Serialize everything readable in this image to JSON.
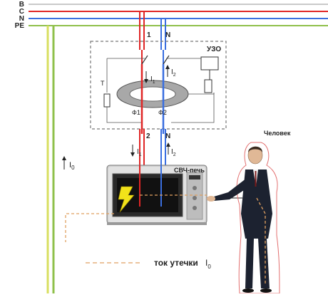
{
  "buses": [
    {
      "label": "B",
      "color": "#c9c9c9"
    },
    {
      "label": "C",
      "color": "#e02626"
    },
    {
      "label": "N",
      "color": "#3a6fe0"
    },
    {
      "label": "PE",
      "color": "#8fc04a"
    }
  ],
  "wire_labels": {
    "phase_top": "1",
    "neutral_top": "N",
    "phase_bottom": "2",
    "neutral_bottom": "N"
  },
  "rcd": {
    "title": "УЗО",
    "test_label": "T",
    "phi1": "Ф1",
    "phi2": "Ф2"
  },
  "currents": {
    "i1_main": "I",
    "i1_main_sub": "1",
    "i2_main": "I",
    "i2_main_sub": "2",
    "i1_low": "I",
    "i1_low_sub": "1",
    "i2_low": "I",
    "i2_low_sub": "2",
    "i0": "I",
    "i0_sub": "0"
  },
  "appliance_label": "СВЧ-печь",
  "person_label": "Человек",
  "legend": {
    "text": "ток утечки",
    "symbol": "I",
    "sub": "0"
  },
  "colors": {
    "phase": "#e02626",
    "neutral": "#3a6fe0",
    "pe": "#c8d84a",
    "pe_green": "#8fc04a",
    "leak": "#e0a060",
    "box_border": "#777777"
  }
}
